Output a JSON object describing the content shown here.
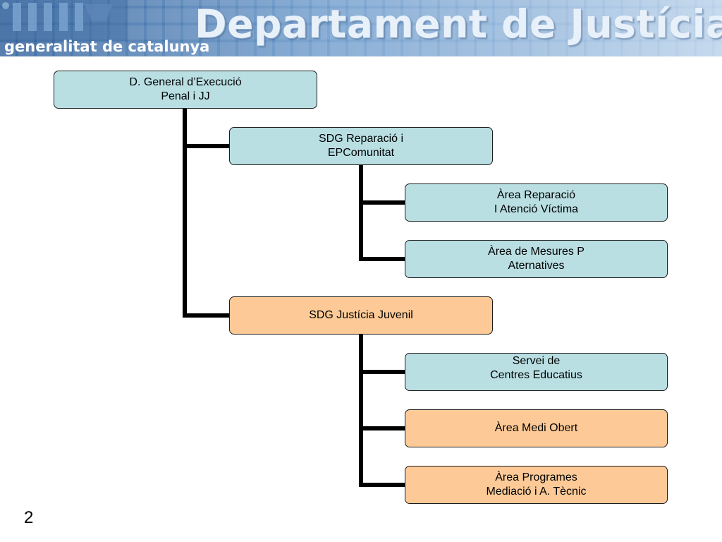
{
  "header": {
    "title": "Departament de Justícia",
    "organization": "generalitat de catalunya"
  },
  "colors": {
    "box_blue": "#b9dfe3",
    "box_orange": "#fdca97",
    "connector": "#000000"
  },
  "org_chart": {
    "root": {
      "lines": [
        "D. General d’Execució",
        "Penal i JJ"
      ]
    },
    "sdg_reparacio": {
      "lines": [
        "SDG Reparació i",
        "EPComunitat"
      ]
    },
    "area_reparacio": {
      "lines": [
        "Àrea Reparació",
        "I Atenció Víctima"
      ]
    },
    "area_mesures": {
      "lines": [
        "Àrea de Mesures P",
        "Aternatives"
      ]
    },
    "sdg_juvenil": {
      "lines": [
        "SDG Justícia Juvenil"
      ]
    },
    "servei_centres": {
      "lines": [
        "Servei de",
        "Centres Educatius"
      ]
    },
    "area_medi": {
      "lines": [
        "Àrea Medi Obert"
      ]
    },
    "area_programes": {
      "lines": [
        "Àrea Programes",
        "Mediació i A. Tècnic"
      ]
    }
  },
  "page_number": "2"
}
